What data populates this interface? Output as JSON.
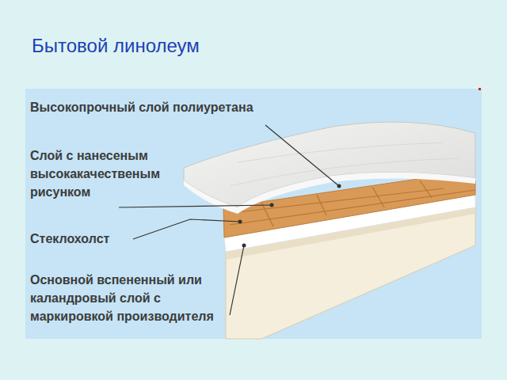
{
  "diagram": {
    "title": "Бытовой линолеум",
    "labels": [
      "Высокопрочный слой полиуретана",
      "Слой с нанесеным высокакачественым рисунком",
      "Стеклохолст",
      "Основной вспененный или каландровый слой с маркировкой производителя"
    ]
  }
}
